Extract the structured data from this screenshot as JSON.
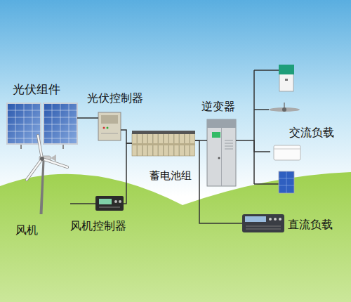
{
  "diagram": {
    "nodes": [
      {
        "text": [
          "光伏组件"
        ]
      },
      {
        "text": [
          "光伏控制器"
        ]
      },
      {
        "text": [
          "风机"
        ]
      },
      {
        "text": [
          "风机控制器"
        ]
      },
      {
        "text": [
          "蓄电池组"
        ]
      },
      {
        "text": [
          "逆变器"
        ]
      },
      {
        "text": [
          "交流负载"
        ]
      },
      {
        "text": [
          "直流负载"
        ]
      }
    ],
    "edges": [
      {
        "from": 0,
        "to": 1,
        "arrow": "none"
      },
      {
        "from": 2,
        "to": 3,
        "arrow": "none"
      },
      {
        "from": 1,
        "to": 4,
        "arrow": "none"
      },
      {
        "from": 3,
        "to": 4,
        "arrow": "none"
      },
      {
        "from": 4,
        "to": 5,
        "arrow": "none"
      },
      {
        "from": 5,
        "to": 6,
        "arrow": "none"
      },
      {
        "from": 4,
        "to": 7,
        "arrow": "none"
      }
    ]
  }
}
